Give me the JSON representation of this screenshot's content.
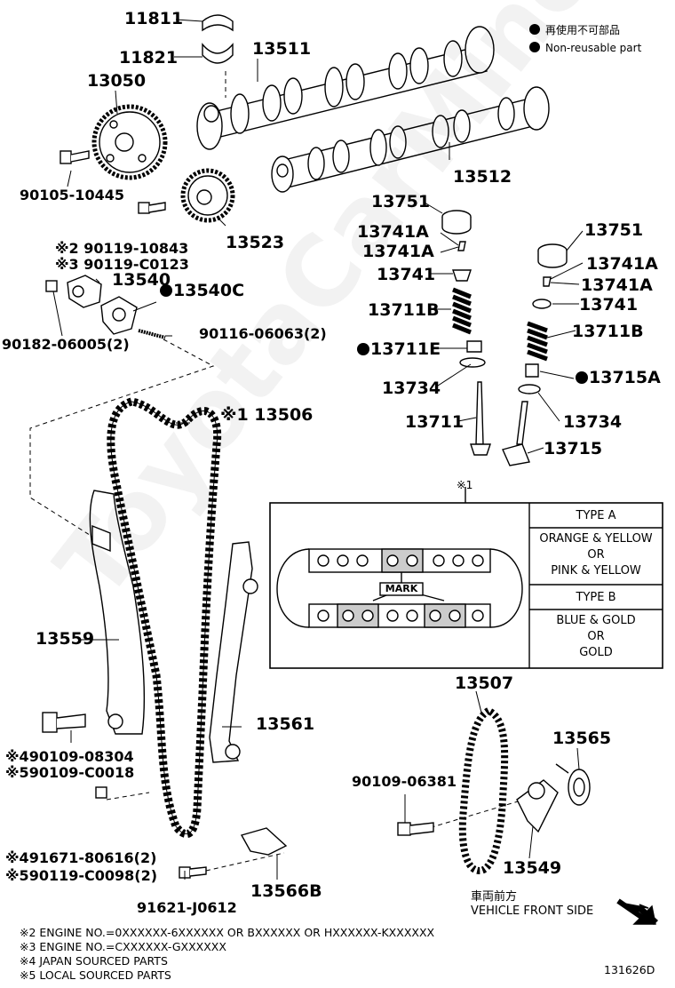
{
  "legend": {
    "jp": "再使用不可部品",
    "en": "Non-reusable part"
  },
  "parts": {
    "p11811": "11811",
    "p11821": "11821",
    "p13511": "13511",
    "p13050": "13050",
    "p13512": "13512",
    "p90105": "90105-10445",
    "p13523": "13523",
    "p90119a": "※2 90119-10843",
    "p90119b": "※3 90119-C0123",
    "p13540": "13540",
    "p13540c": "13540C",
    "p90182": "90182-06005(2)",
    "p90116": "90116-06063(2)",
    "p13506": "※1 13506",
    "p13559": "13559",
    "p13561": "13561",
    "p90109a": "※490109-08304",
    "p90109b": "※590109-C0018",
    "p91671": "※491671-80616(2)",
    "p90119c": "※590119-C0098(2)",
    "p91621": "91621-J0612",
    "p13566b": "13566B",
    "p13507": "13507",
    "p13565": "13565",
    "p90109c": "90109-06381",
    "p13549": "13549",
    "v13751a": "13751",
    "v13741a1": "13741A",
    "v13741a2": "13741A",
    "v13741": "13741",
    "v13711b": "13711B",
    "v13711e": "13711E",
    "v13734": "13734",
    "v13711": "13711",
    "v13751b": "13751",
    "v13741a3": "13741A",
    "v13741a4": "13741A",
    "v13741b": "13741",
    "v13711b2": "13711B",
    "v13715a": "13715A",
    "v13734b": "13734",
    "v13715": "13715"
  },
  "inset": {
    "ref": "※1",
    "mark": "MARK",
    "type_a": "TYPE A",
    "type_a_colors_1": "ORANGE & YELLOW",
    "type_a_or": "OR",
    "type_a_colors_2": "PINK & YELLOW",
    "type_b": "TYPE B",
    "type_b_colors_1": "BLUE & GOLD",
    "type_b_or": "OR",
    "type_b_colors_2": "GOLD"
  },
  "front": {
    "jp": "車両前方",
    "en": "VEHICLE FRONT SIDE"
  },
  "notes": [
    "※2 ENGINE NO.=0XXXXXX-6XXXXXX OR BXXXXXX OR HXXXXXX-KXXXXXX",
    "※3 ENGINE NO.=CXXXXXX-GXXXXXX",
    "※4 JAPAN SOURCED PARTS",
    "※5 LOCAL SOURCED PARTS"
  ],
  "figure_id": "131626D",
  "watermark": "ToyotaCarMine.ru"
}
